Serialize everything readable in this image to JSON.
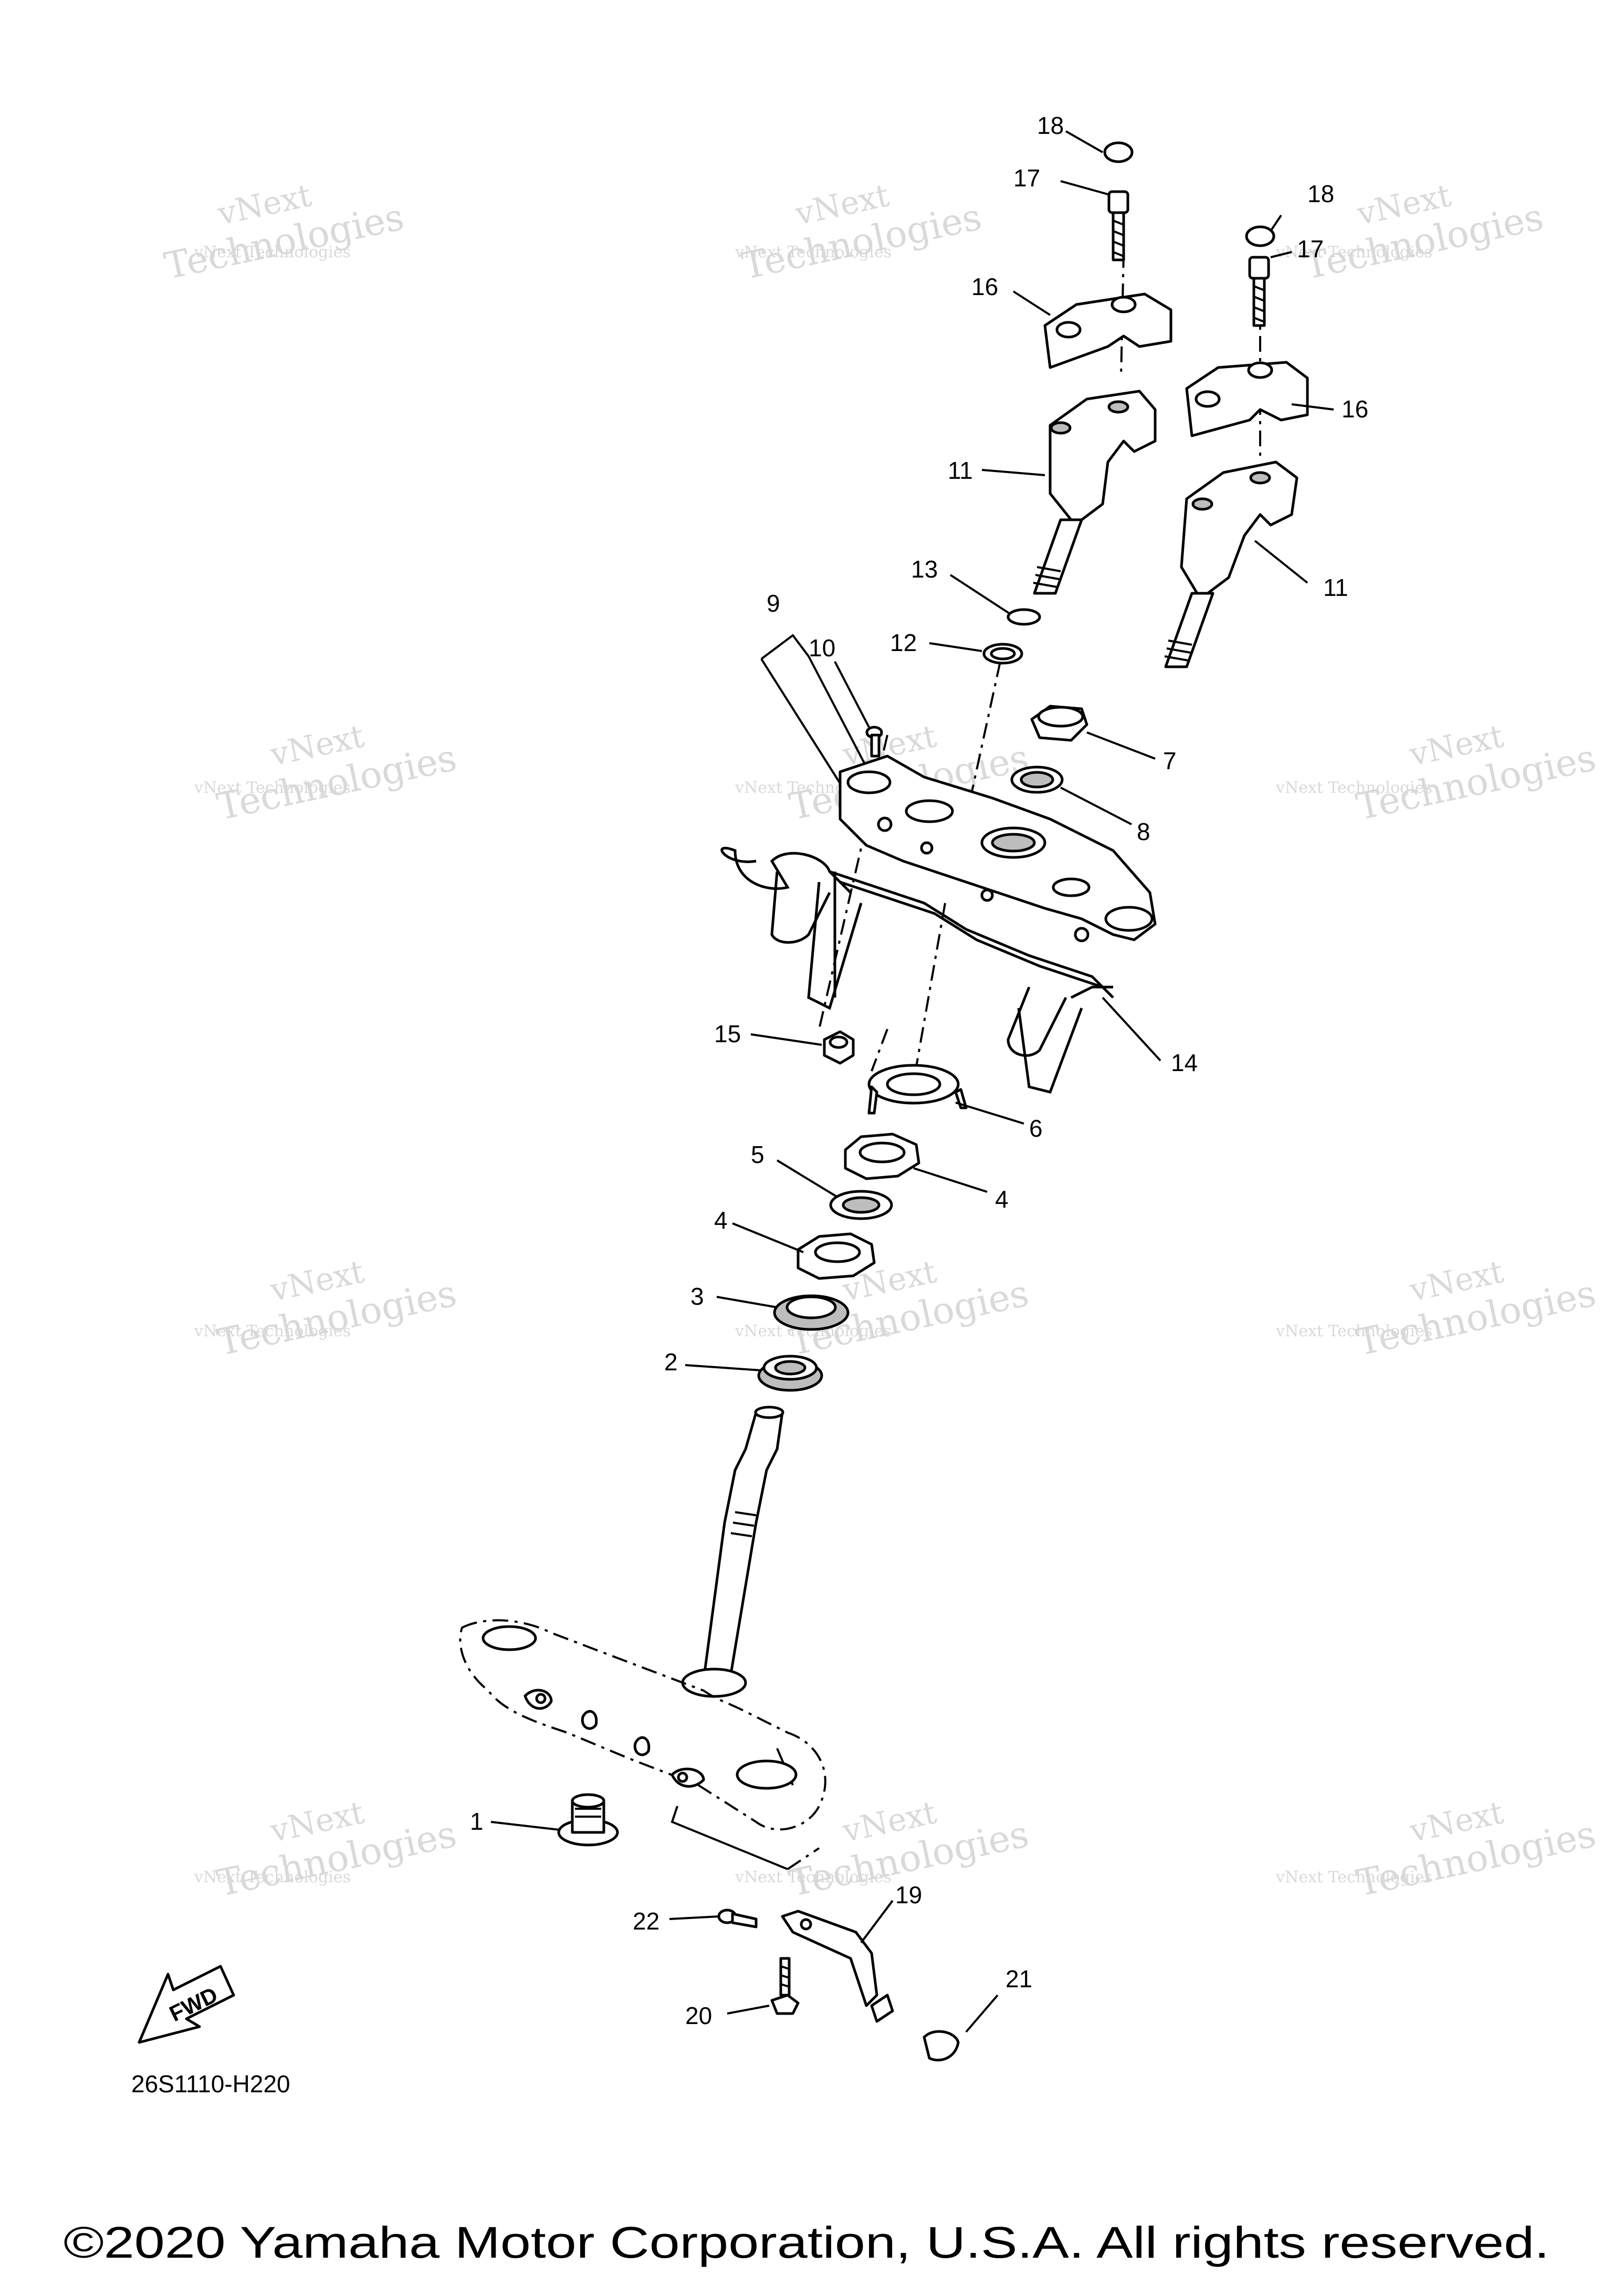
{
  "callouts": {
    "c1": "1",
    "c2": "2",
    "c3": "3",
    "c4a": "4",
    "c4b": "4",
    "c5": "5",
    "c6": "6",
    "c7": "7",
    "c8": "8",
    "c9": "9",
    "c10": "10",
    "c11a": "11",
    "c11b": "11",
    "c12": "12",
    "c13": "13",
    "c14": "14",
    "c15": "15",
    "c16a": "16",
    "c16b": "16",
    "c17a": "17",
    "c17b": "17",
    "c18a": "18",
    "c18b": "18",
    "c19": "19",
    "c20": "20",
    "c21": "21",
    "c22": "22"
  },
  "watermark": {
    "line1": "vNext Technologies",
    "line2": "vNext",
    "line3": "Technologies"
  },
  "fwd_label": "FWD",
  "diagram_code": "26S1110-H220",
  "copyright": "©2020 Yamaha Motor Corporation, U.S.A. All rights reserved."
}
